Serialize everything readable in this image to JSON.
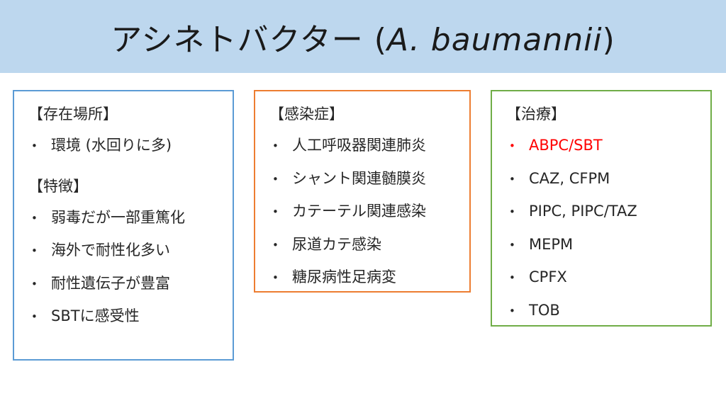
{
  "ui": {
    "bullet": "•"
  },
  "title": {
    "prefix": "アシネトバクター (",
    "species": "A. baumannii",
    "suffix": ")"
  },
  "colors": {
    "header_bg": "#BDD7EE",
    "text": "#262626",
    "highlight": "#FF0000"
  },
  "boxes": [
    {
      "border_color": "#5B9BD5",
      "sections": [
        {
          "heading": "【存在場所】",
          "items": [
            {
              "text": "環境 (水回りに多)"
            }
          ]
        },
        {
          "heading": "【特徴】",
          "items": [
            {
              "text": "弱毒だが一部重篤化"
            },
            {
              "text": "海外で耐性化多い"
            },
            {
              "text": "耐性遺伝子が豊富"
            },
            {
              "text": "SBTに感受性"
            }
          ]
        }
      ]
    },
    {
      "border_color": "#ED7D31",
      "sections": [
        {
          "heading": "【感染症】",
          "items": [
            {
              "text": "人工呼吸器関連肺炎"
            },
            {
              "text": "シャント関連髄膜炎"
            },
            {
              "text": "カテーテル関連感染"
            },
            {
              "text": "尿道カテ感染"
            },
            {
              "text": "糖尿病性足病変"
            }
          ]
        }
      ]
    },
    {
      "border_color": "#70AD47",
      "sections": [
        {
          "heading": "【治療】",
          "items": [
            {
              "text": "ABPC/SBT",
              "highlight": true
            },
            {
              "text": "CAZ, CFPM"
            },
            {
              "text": "PIPC, PIPC/TAZ"
            },
            {
              "text": "MEPM"
            },
            {
              "text": "CPFX"
            },
            {
              "text": "TOB"
            }
          ]
        }
      ]
    }
  ]
}
